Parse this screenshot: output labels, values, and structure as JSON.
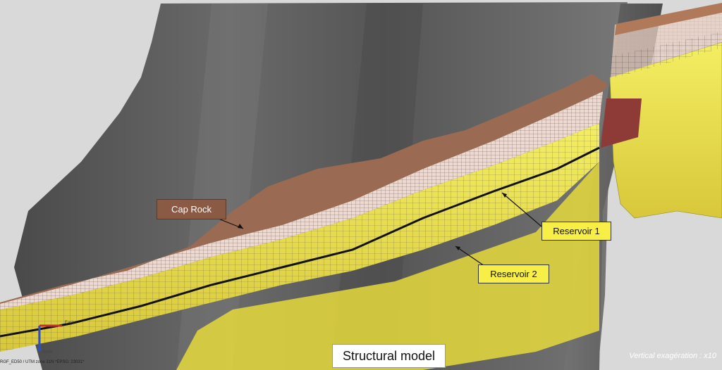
{
  "labels": {
    "cap_rock": "Cap Rock",
    "reservoir_1": "Reservoir 1",
    "reservoir_2": "Reservoir 2"
  },
  "caption": "Structural model",
  "vertical_exaggeration": "Vertical exagération : x10",
  "crs_text": "RGF_ED50 / UTM zone 31N *EPSG: 23031*",
  "axis": {
    "east": "East",
    "north": "North"
  },
  "colors": {
    "background": "#d9d9d9",
    "fault_surface": "#5f5f5f",
    "cap_rock": "#9a6b52",
    "upper_layer": "#ecd9d2",
    "reservoir": "#f2ea3a",
    "reservoir_bottom": "#d9c93a",
    "fault_block": "#8e3a36"
  }
}
